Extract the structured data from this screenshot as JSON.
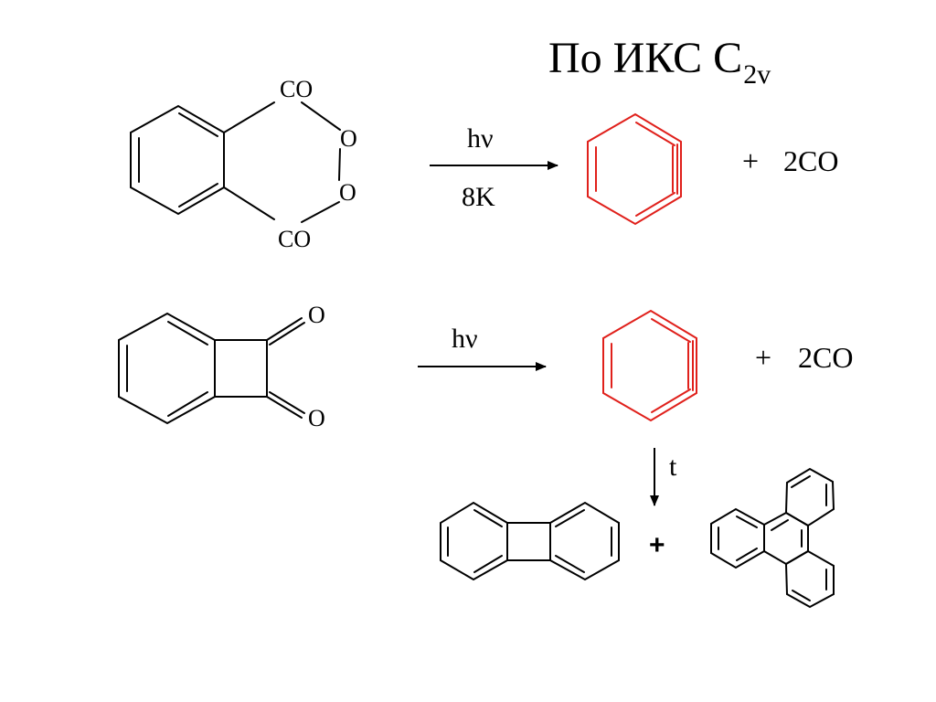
{
  "title": {
    "text": "По ИКС С",
    "subscript": "2v"
  },
  "reaction1": {
    "reactant_labels": {
      "co_top": "CO",
      "o_upper": "O",
      "o_lower": "O",
      "co_bottom": "CO"
    },
    "condition_above": "hν",
    "condition_below": "8K",
    "plus": "+",
    "byproduct": "2CO"
  },
  "reaction2": {
    "reactant_labels": {
      "o_top": "O",
      "o_bottom": "O"
    },
    "condition_above": "hν",
    "plus": "+",
    "byproduct": "2CO"
  },
  "reaction3": {
    "condition": "t",
    "plus": "+"
  },
  "colors": {
    "product_highlight": "#e0201b",
    "ink": "#000000"
  }
}
